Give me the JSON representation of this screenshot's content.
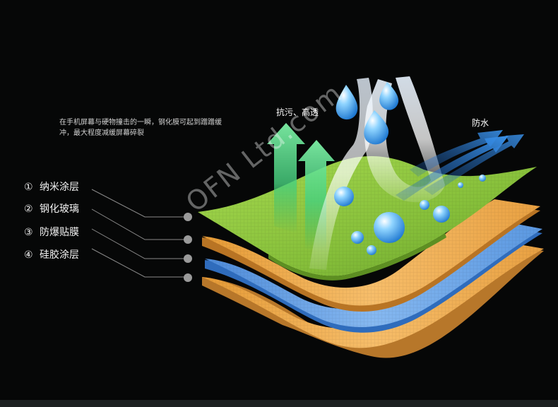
{
  "description": "在手机屏幕与硬物撞击的一瞬，钢化膜可起到蹭蹭缓冲，最大程度减缓屏幕碎裂",
  "layers": [
    {
      "num": "①",
      "label": "纳米涂层"
    },
    {
      "num": "②",
      "label": "钢化玻璃"
    },
    {
      "num": "③",
      "label": "防爆贴膜"
    },
    {
      "num": "④",
      "label": "硅胶涂层"
    }
  ],
  "tags": {
    "antifouling": "抗污、高透",
    "waterproof": "防水"
  },
  "watermark": "OFN Ltd.com",
  "colors": {
    "background": "#060707",
    "nano_layer": "#8fc743",
    "glass_layer": "#f0ae55",
    "film_layer": "#5f9be0",
    "silicone_layer": "#eaa94a",
    "arrow_green": "#3fd07a",
    "arrow_blue": "#2e7fd8",
    "connector": "#888888"
  }
}
